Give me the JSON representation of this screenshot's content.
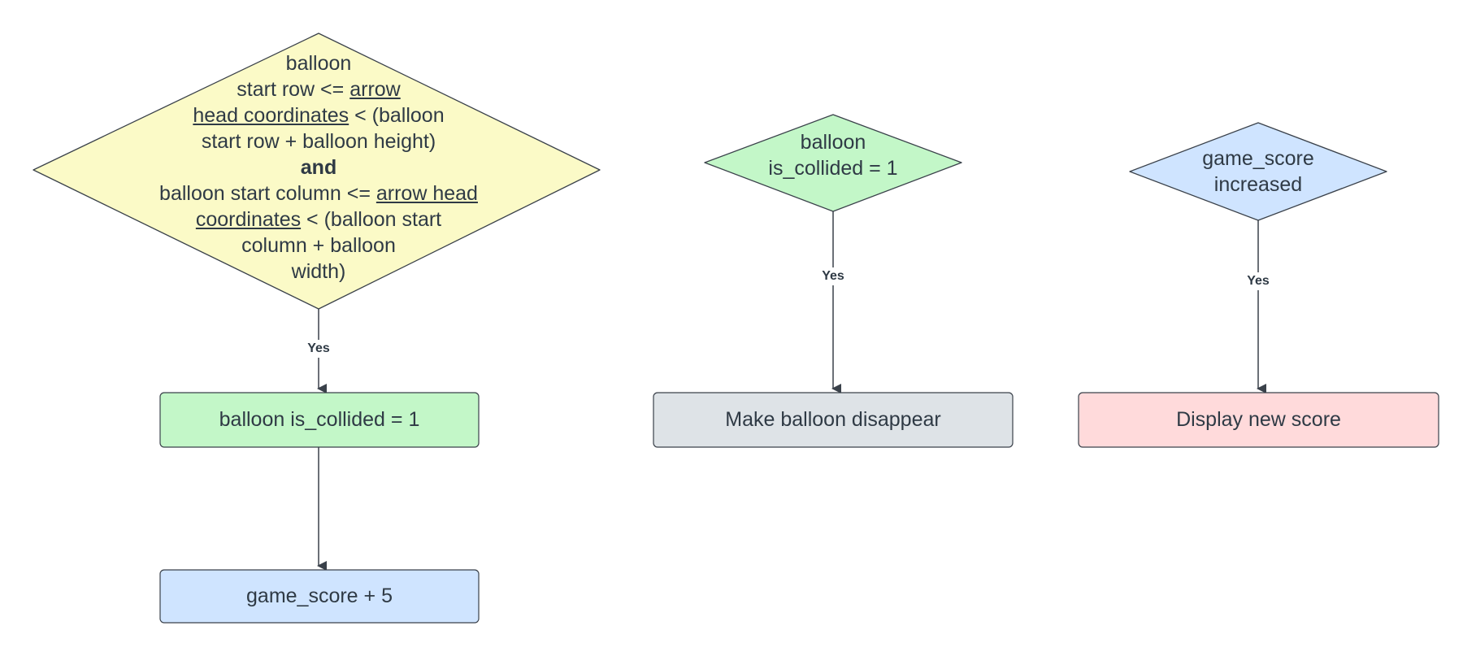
{
  "diagram": {
    "type": "flowchart",
    "colors": {
      "yellow": "#fbfac7",
      "green": "#c3f7c8",
      "blue": "#cfe4ff",
      "gray": "#dee3e7",
      "red": "#ffdadb",
      "stroke": "#3a414a",
      "text": "#2f3a45"
    },
    "left_flow": {
      "decision": {
        "line1": "balloon",
        "line2a": "start row <= ",
        "line2b_link": "arrow",
        "line3a_link": "head coordinates",
        "line3b": " < (balloon",
        "line4": "start row + balloon height)",
        "line5_bold": "and",
        "line6a": "balloon start column <= ",
        "line6b_link": "arrow head",
        "line7a_link": "coordinates",
        "line7b": " < (balloon start",
        "line8": "column + balloon",
        "line9": "width)"
      },
      "edge_yes_label": "Yes",
      "process_collided": "balloon is_collided = 1",
      "process_score": "game_score + 5"
    },
    "middle_flow": {
      "decision_line1": "balloon",
      "decision_line2": "is_collided = 1",
      "edge_yes_label": "Yes",
      "process": "Make balloon disappear"
    },
    "right_flow": {
      "decision_line1": "game_score",
      "decision_line2": "increased",
      "edge_yes_label": "Yes",
      "process": "Display new score"
    }
  }
}
